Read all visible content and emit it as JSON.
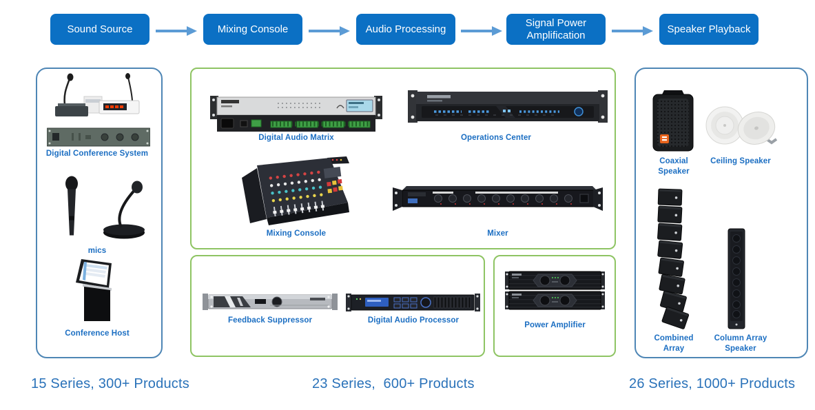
{
  "flow_steps": [
    "Sound Source",
    "Mixing Console",
    "Audio Processing",
    "Signal Power Amplification",
    "Speaker Playback"
  ],
  "products": {
    "digital_conference_system": "Digital Conference System",
    "mics": "mics",
    "conference_host": "Conference Host",
    "digital_audio_matrix": "Digital Audio Matrix",
    "operations_center": "Operations Center",
    "mixing_console": "Mixing Console",
    "mixer": "Mixer",
    "feedback_suppressor": "Feedback Suppressor",
    "digital_audio_processor": "Digital Audio Processor",
    "power_amplifier": "Power Amplifier",
    "coaxial_speaker": "Coaxial Speaker",
    "ceiling_speaker": "Ceiling Speaker",
    "combined_array": "Combined Array",
    "column_array_speaker": "Column Array Speaker"
  },
  "stats": {
    "sound_source": "15 Series, 300+ Products",
    "processing": "23 Series,  600+ Products",
    "speakers": "26 Series, 1000+ Products"
  },
  "icons": {
    "flow_arrow": "right-arrow"
  },
  "colors": {
    "button_blue": "#0b70c4",
    "arrow_blue": "#5b9bd5",
    "panel_blue": "#4e86b5",
    "panel_green": "#8ec463",
    "label_blue": "#1b6ec2",
    "stat_blue": "#2a72b9"
  }
}
